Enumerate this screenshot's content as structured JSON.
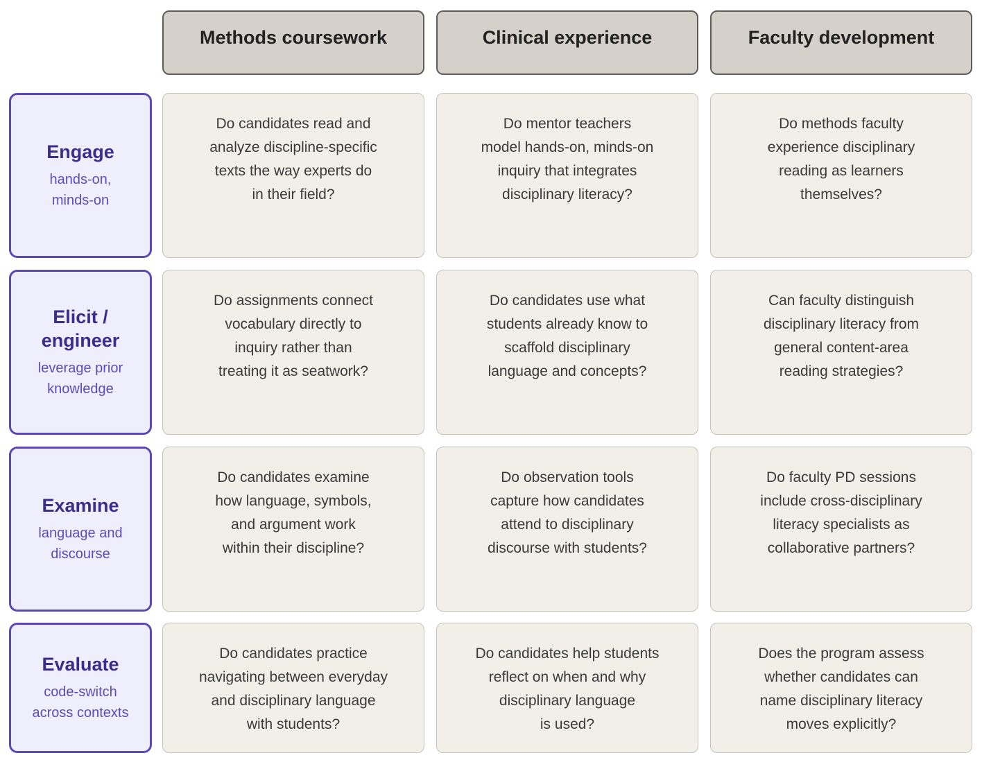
{
  "columns": [
    "Methods coursework",
    "Clinical experience",
    "Faculty development"
  ],
  "rows": [
    {
      "title_lines": [
        "Engage"
      ],
      "subtitle_lines": [
        "hands-on,",
        "minds-on"
      ],
      "cells": [
        [
          "Do candidates read and",
          "analyze discipline-specific",
          "texts the way experts do",
          "in their field?"
        ],
        [
          "Do mentor teachers",
          "model hands-on, minds-on",
          "inquiry that integrates",
          "disciplinary literacy?"
        ],
        [
          "Do methods faculty",
          "experience disciplinary",
          "reading as learners",
          "themselves?"
        ]
      ]
    },
    {
      "title_lines": [
        "Elicit /",
        "engineer"
      ],
      "subtitle_lines": [
        "leverage prior",
        "knowledge"
      ],
      "cells": [
        [
          "Do assignments connect",
          "vocabulary directly to",
          "inquiry rather than",
          "treating it as seatwork?"
        ],
        [
          "Do candidates use what",
          "students already know to",
          "scaffold disciplinary",
          "language and concepts?"
        ],
        [
          "Can faculty distinguish",
          "disciplinary literacy from",
          "general content-area",
          "reading strategies?"
        ]
      ]
    },
    {
      "title_lines": [
        "Examine"
      ],
      "subtitle_lines": [
        "language and",
        "discourse"
      ],
      "cells": [
        [
          "Do candidates examine",
          "how language, symbols,",
          "and argument work",
          "within their discipline?"
        ],
        [
          "Do observation tools",
          "capture how candidates",
          "attend to disciplinary",
          "discourse with students?"
        ],
        [
          "Do faculty PD sessions",
          "include cross-disciplinary",
          "literacy specialists as",
          "collaborative partners?"
        ]
      ]
    },
    {
      "title_lines": [
        "Evaluate"
      ],
      "subtitle_lines": [
        "code-switch",
        "across contexts"
      ],
      "cells": [
        [
          "Do candidates practice",
          "navigating between everyday",
          "and disciplinary language",
          "with students?"
        ],
        [
          "Do candidates help students",
          "reflect on when and why",
          "disciplinary language",
          "is used?"
        ],
        [
          "Does the program assess",
          "whether candidates can",
          "name disciplinary literacy",
          "moves explicitly?"
        ]
      ]
    }
  ],
  "colors": {
    "header_fill": "#d5d1ca",
    "header_border": "#5f5c58",
    "row_label_fill": "#efeefd",
    "row_label_border": "#5b47b5",
    "row_title_text": "#3b2e8a",
    "row_subtitle_text": "#5d4cb6",
    "cell_fill": "#f2efe9",
    "cell_border": "#c6c2ba"
  }
}
